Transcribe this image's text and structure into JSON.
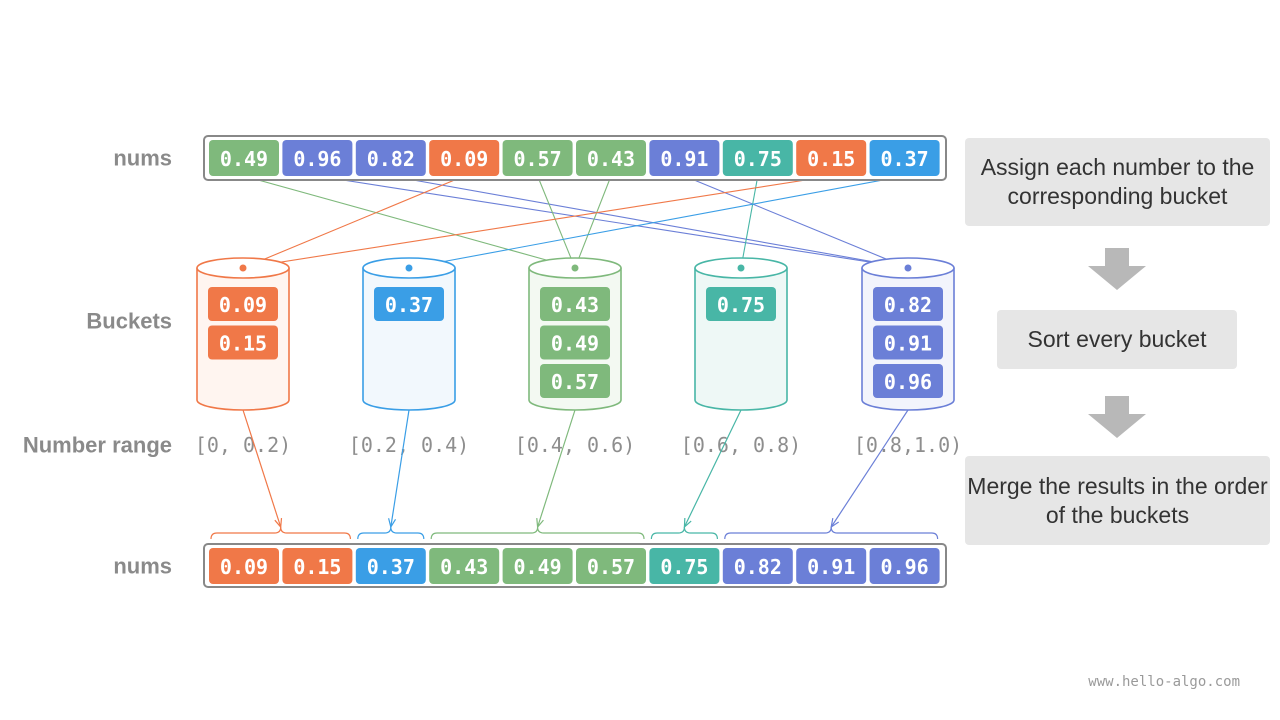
{
  "labels": {
    "nums_top": "nums",
    "buckets": "Buckets",
    "range": "Number range",
    "nums_bottom": "nums"
  },
  "colors": {
    "orange": "#f07848",
    "blue": "#3a9ee6",
    "green": "#7fb97c",
    "teal": "#48b6a6",
    "purple": "#6b7fd7",
    "grey_text": "#8a8a8a"
  },
  "input_nums": [
    {
      "value": "0.49",
      "bucket": 2
    },
    {
      "value": "0.96",
      "bucket": 4
    },
    {
      "value": "0.82",
      "bucket": 4
    },
    {
      "value": "0.09",
      "bucket": 0
    },
    {
      "value": "0.57",
      "bucket": 2
    },
    {
      "value": "0.43",
      "bucket": 2
    },
    {
      "value": "0.91",
      "bucket": 4
    },
    {
      "value": "0.75",
      "bucket": 3
    },
    {
      "value": "0.15",
      "bucket": 0
    },
    {
      "value": "0.37",
      "bucket": 1
    }
  ],
  "buckets": [
    {
      "range": "[0, 0.2)",
      "items": [
        "0.09",
        "0.15"
      ]
    },
    {
      "range": "[0.2, 0.4)",
      "items": [
        "0.37"
      ]
    },
    {
      "range": "[0.4, 0.6)",
      "items": [
        "0.43",
        "0.49",
        "0.57"
      ]
    },
    {
      "range": "[0.6, 0.8)",
      "items": [
        "0.75"
      ]
    },
    {
      "range": "[0.8,1.0)",
      "items": [
        "0.82",
        "0.91",
        "0.96"
      ]
    }
  ],
  "output_nums": [
    {
      "value": "0.09",
      "bucket": 0
    },
    {
      "value": "0.15",
      "bucket": 0
    },
    {
      "value": "0.37",
      "bucket": 1
    },
    {
      "value": "0.43",
      "bucket": 2
    },
    {
      "value": "0.49",
      "bucket": 2
    },
    {
      "value": "0.57",
      "bucket": 2
    },
    {
      "value": "0.75",
      "bucket": 3
    },
    {
      "value": "0.82",
      "bucket": 4
    },
    {
      "value": "0.91",
      "bucket": 4
    },
    {
      "value": "0.96",
      "bucket": 4
    }
  ],
  "steps": [
    "Assign each number to the corresponding bucket",
    "Sort every bucket",
    "Merge the results in the order of the buckets"
  ],
  "footer": "www.hello-algo.com"
}
